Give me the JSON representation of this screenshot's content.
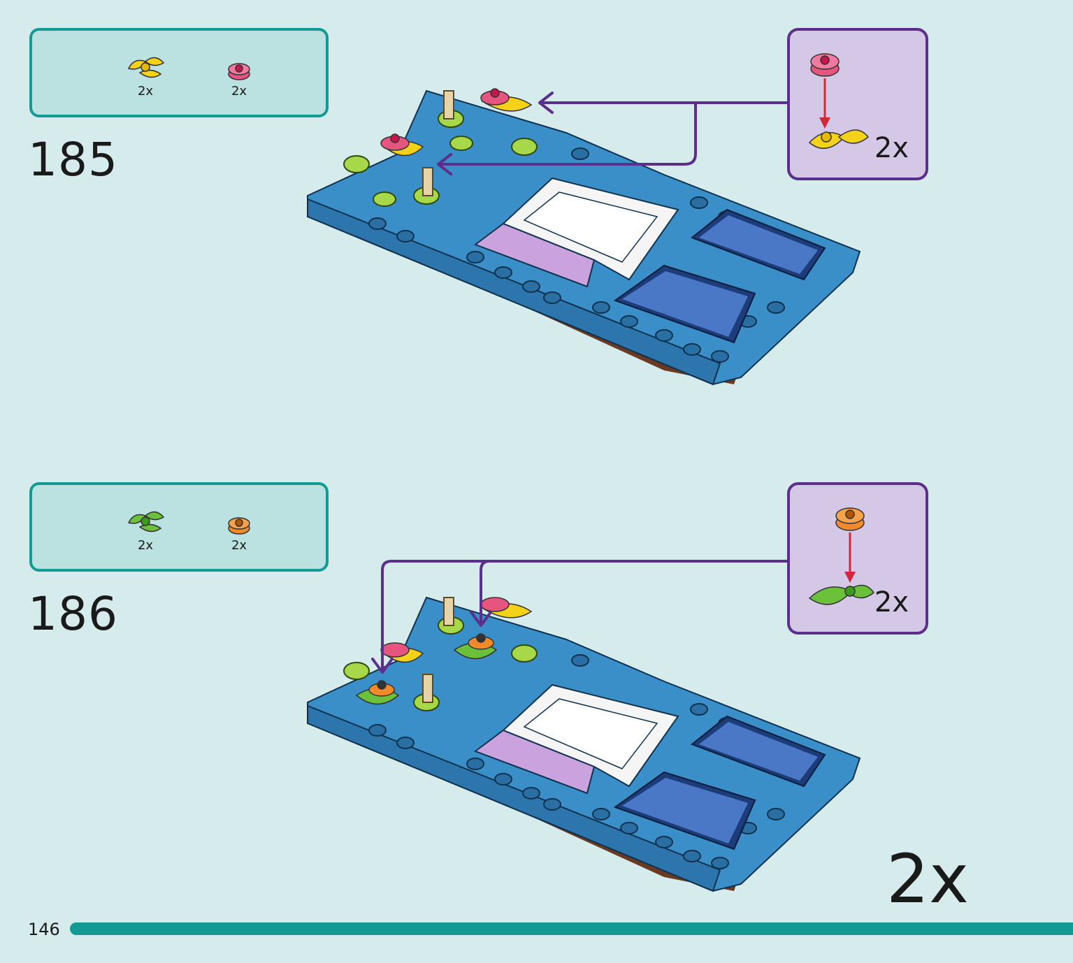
{
  "steps": [
    {
      "number": "185",
      "parts": [
        {
          "icon": "yellow-leaf-plate-icon",
          "qty": "2x",
          "color": "#f4d21a"
        },
        {
          "icon": "pink-flower-plate-icon",
          "qty": "2x",
          "color": "#e5557f"
        }
      ],
      "subassembly_qty": "2x"
    },
    {
      "number": "186",
      "parts": [
        {
          "icon": "green-leaf-plate-icon",
          "qty": "2x",
          "color": "#6cc13a"
        },
        {
          "icon": "orange-flower-plate-icon",
          "qty": "2x",
          "color": "#f08a2b"
        }
      ],
      "subassembly_qty": "2x",
      "model_multiplier": "2x"
    }
  ],
  "page_number": "146",
  "colors": {
    "background": "#d6ecec",
    "parts_box_border": "#139a95",
    "callout_border": "#5c2f8c",
    "callout_fill": "#d5c8e6",
    "arrow": "#5c2f8c",
    "brick_blue": "#3a8fc8"
  }
}
